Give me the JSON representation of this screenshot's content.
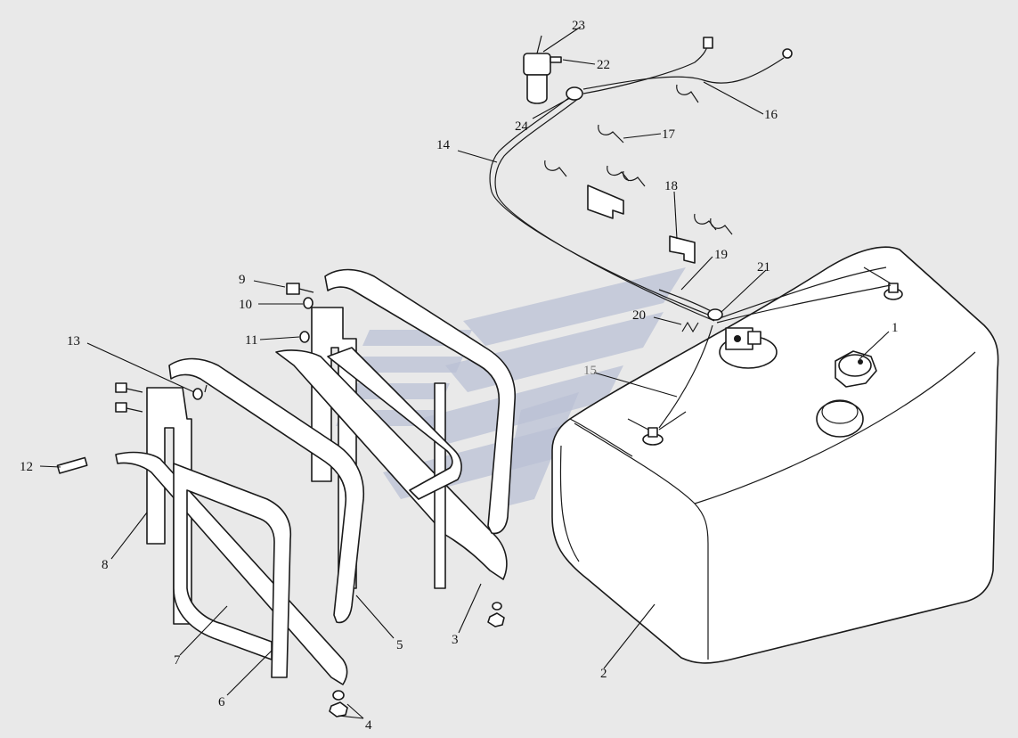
{
  "diagram": {
    "callouts": [
      {
        "id": "c1",
        "text": "1"
      },
      {
        "id": "c2",
        "text": "2"
      },
      {
        "id": "c3",
        "text": "3"
      },
      {
        "id": "c4",
        "text": "4"
      },
      {
        "id": "c5",
        "text": "5"
      },
      {
        "id": "c6",
        "text": "6"
      },
      {
        "id": "c7",
        "text": "7"
      },
      {
        "id": "c8",
        "text": "8"
      },
      {
        "id": "c9",
        "text": "9"
      },
      {
        "id": "c10",
        "text": "10"
      },
      {
        "id": "c11",
        "text": "11"
      },
      {
        "id": "c12",
        "text": "12"
      },
      {
        "id": "c13",
        "text": "13"
      },
      {
        "id": "c14",
        "text": "14"
      },
      {
        "id": "c15",
        "text": "15"
      },
      {
        "id": "c16",
        "text": "16"
      },
      {
        "id": "c17",
        "text": "17"
      },
      {
        "id": "c18",
        "text": "18"
      },
      {
        "id": "c19",
        "text": "19"
      },
      {
        "id": "c20",
        "text": "20"
      },
      {
        "id": "c21",
        "text": "21"
      },
      {
        "id": "c22",
        "text": "22"
      },
      {
        "id": "c23",
        "text": "23"
      },
      {
        "id": "c24",
        "text": "24"
      }
    ]
  }
}
